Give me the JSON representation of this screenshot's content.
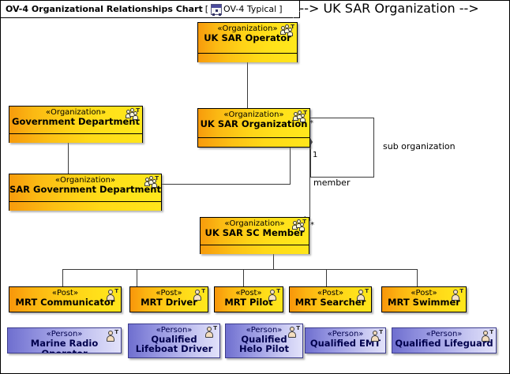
{
  "frame": {
    "title": "OV-4 Organizational Relationships Chart",
    "bracket_open": "[",
    "bracket_close": "]",
    "reference_label": "OV-4 Typical",
    "reference_icon": "diagram-icon"
  },
  "stereotypes": {
    "organization": "«Organization»",
    "post": "«Post»",
    "person": "«Person»"
  },
  "colors": {
    "org_gradient_start": "#f79b0c",
    "org_gradient_end": "#ffe81c",
    "person_gradient_start": "#6f6fcf",
    "person_gradient_end": "#e2e2fa",
    "org_border": "#000000",
    "person_border": "#3c3c8c",
    "connector": "#3a3a3a",
    "canvas": "#ffffff"
  },
  "nodes": {
    "uk_sar_operator": {
      "stereotype": "«Organization»",
      "name": "UK SAR Operator",
      "kind": "organization",
      "icon": "organization-icon"
    },
    "government_department": {
      "stereotype": "«Organization»",
      "name": "Government Department",
      "kind": "organization",
      "icon": "organization-icon"
    },
    "uk_sar_organization": {
      "stereotype": "«Organization»",
      "name": "UK SAR Organization",
      "kind": "organization",
      "icon": "organization-icon"
    },
    "sar_government_department": {
      "stereotype": "«Organization»",
      "name": "SAR Government Department",
      "kind": "organization",
      "icon": "organization-icon"
    },
    "uk_sar_sc_member": {
      "stereotype": "«Organization»",
      "name": "UK SAR SC Member",
      "kind": "organization",
      "icon": "organization-icon"
    },
    "mrt_communicator": {
      "stereotype": "«Post»",
      "name": "MRT Communicator",
      "kind": "post",
      "icon": "person-icon"
    },
    "mrt_driver": {
      "stereotype": "«Post»",
      "name": "MRT Driver",
      "kind": "post",
      "icon": "person-icon"
    },
    "mrt_pilot": {
      "stereotype": "«Post»",
      "name": "MRT Pilot",
      "kind": "post",
      "icon": "person-icon"
    },
    "mrt_searcher": {
      "stereotype": "«Post»",
      "name": "MRT Searcher",
      "kind": "post",
      "icon": "person-icon"
    },
    "mrt_swimmer": {
      "stereotype": "«Post»",
      "name": "MRT Swimmer",
      "kind": "post",
      "icon": "person-icon"
    },
    "marine_radio_operator": {
      "stereotype": "«Person»",
      "name": "Marine Radio Operator",
      "kind": "person",
      "icon": "person-icon"
    },
    "qualified_lifeboat_driver": {
      "stereotype": "«Person»",
      "name_line1": "Qualified",
      "name_line2": "Lifeboat Driver",
      "kind": "person",
      "icon": "person-icon"
    },
    "qualified_helo_pilot": {
      "stereotype": "«Person»",
      "name_line1": "Qualified",
      "name_line2": "Helo Pilot",
      "kind": "person",
      "icon": "person-icon"
    },
    "qualified_emt": {
      "stereotype": "«Person»",
      "name": "Qualified  EMT",
      "kind": "person",
      "icon": "person-icon"
    },
    "qualified_lifeguard": {
      "stereotype": "«Person»",
      "name": "Qualified Lifeguard",
      "kind": "person",
      "icon": "person-icon"
    }
  },
  "associations": {
    "sub_organization": {
      "label": "sub organization",
      "source_multiplicity": "1",
      "target_multiplicity": "*"
    },
    "member": {
      "label": "member",
      "source_multiplicity": "1",
      "target_multiplicity": "*"
    }
  }
}
